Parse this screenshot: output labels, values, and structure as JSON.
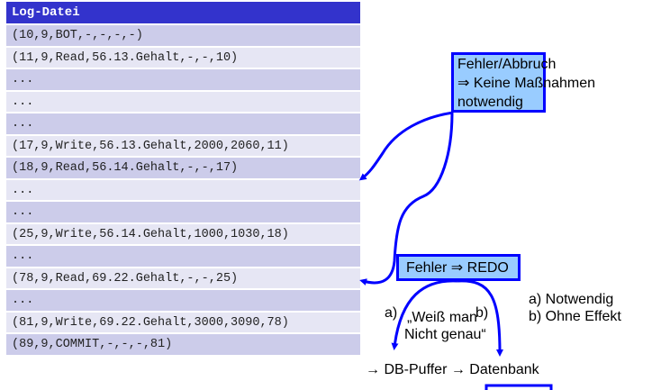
{
  "log": {
    "title": "Log-Datei",
    "rows": [
      "(10,9,BOT,-,-,-,-)",
      "(11,9,Read,56.13.Gehalt,-,-,10)",
      "...",
      "...",
      "...",
      "(17,9,Write,56.13.Gehalt,2000,2060,11)",
      "(18,9,Read,56.14.Gehalt,-,-,17)",
      "...",
      "...",
      "(25,9,Write,56.14.Gehalt,1000,1030,18)",
      "...",
      "(78,9,Read,69.22.Gehalt,-,-,25)",
      "...",
      "(81,9,Write,69.22.Gehalt,3000,3090,78)",
      "(89,9,COMMIT,-,-,-,81)"
    ]
  },
  "callouts": {
    "abort": {
      "line1": "Fehler/Abbruch",
      "line2": "⇒ Keine Maßnahmen",
      "line3": "notwendig"
    },
    "redo": {
      "text": "Fehler ⇒ REDO"
    }
  },
  "labels": {
    "branch_a": "a)",
    "branch_b": "b)",
    "uncertain_line1": "„Weiß man",
    "uncertain_line2": "Nicht genau“",
    "legend_a": "a) Notwendig",
    "legend_b": "b) Ohne Effekt",
    "flow": "→ DB-Puffer → Datenbank"
  },
  "colors": {
    "header_bg": "#3333cc",
    "row_odd": "#ccccea",
    "row_even": "#e6e6f4",
    "callout_fill": "#99ccff",
    "arrow": "#0000ff"
  }
}
